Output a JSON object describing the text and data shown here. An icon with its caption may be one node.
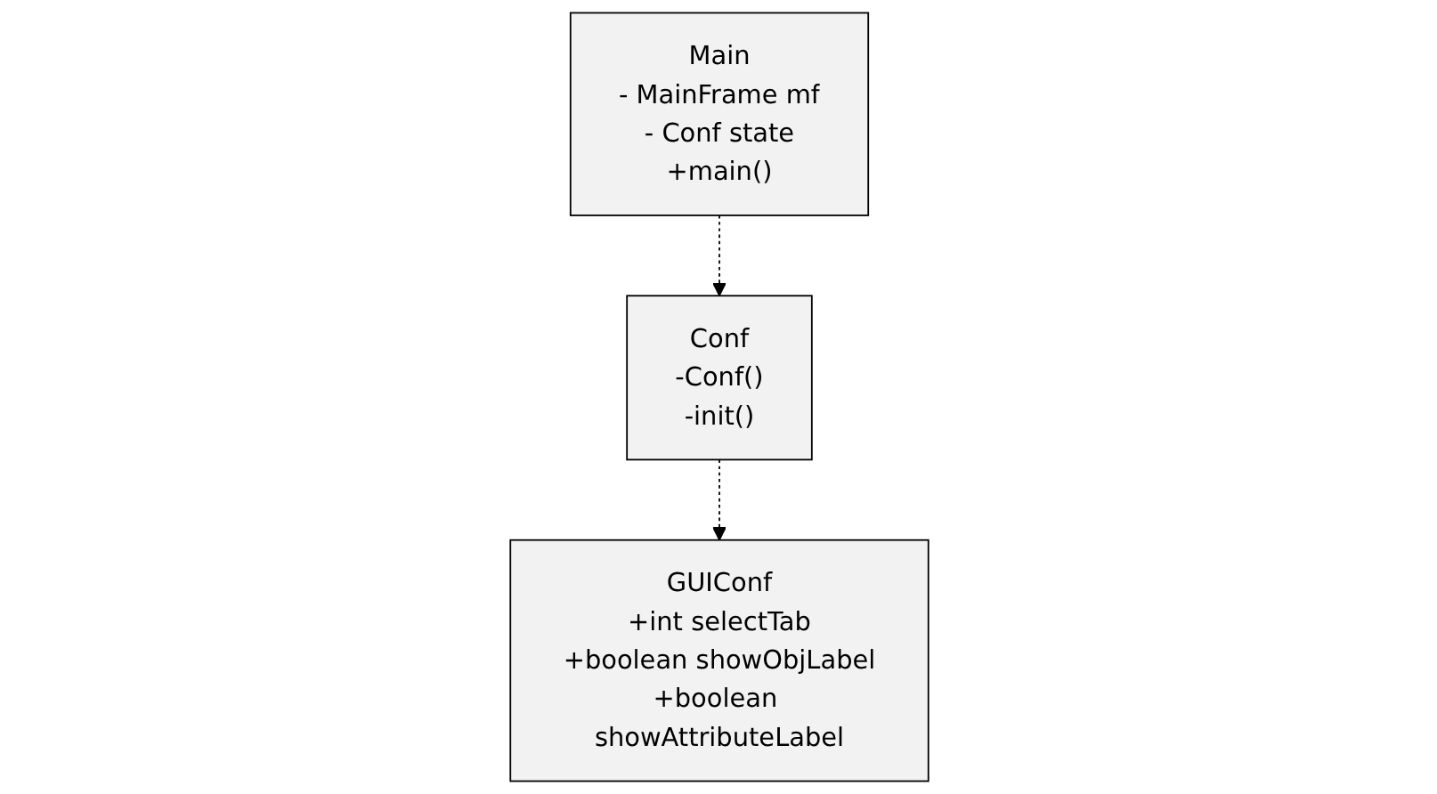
{
  "diagram": {
    "nodes": [
      {
        "text": [
          "Main",
          "- MainFrame mf",
          "- Conf state",
          "+main()"
        ]
      },
      {
        "text": [
          "Conf",
          "-Conf()",
          "-init()"
        ]
      },
      {
        "text": [
          "GUIConf",
          "+int selectTab",
          "+boolean showObjLabel",
          "+boolean showAttributeLabel"
        ]
      }
    ],
    "edges": [
      {
        "from": 0,
        "to": 1,
        "arrow": "to",
        "style": "dashed"
      },
      {
        "from": 1,
        "to": 2,
        "arrow": "to",
        "style": "dashed"
      }
    ]
  }
}
